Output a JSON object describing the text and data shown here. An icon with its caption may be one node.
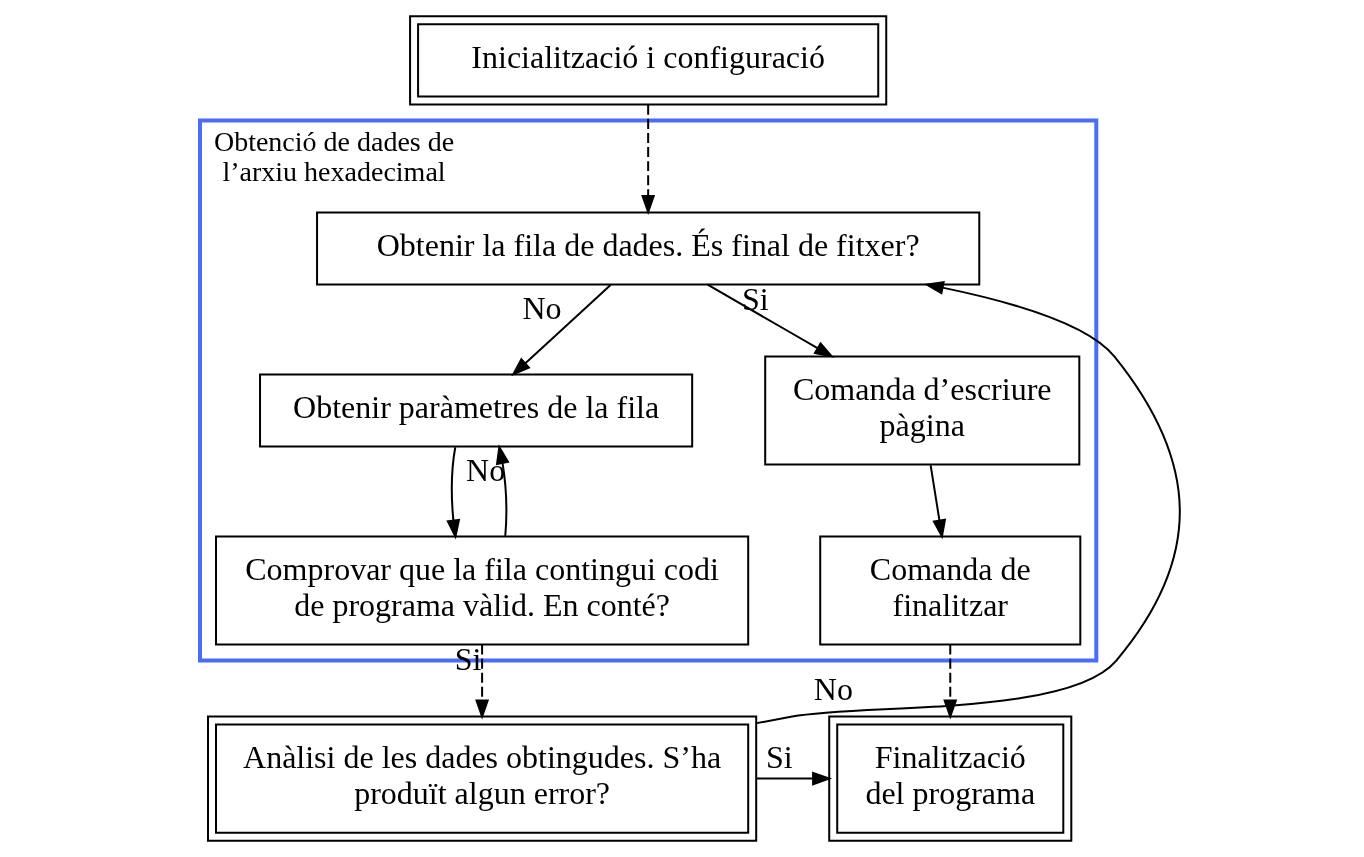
{
  "diagram": {
    "nodes": [
      {
        "text": [
          "Inicialització i configuració"
        ]
      },
      {
        "text": [
          "Obtenció de dades de l’arxiu hexadecimal"
        ]
      },
      {
        "text": [
          "Obtenir la fila de dades. És final de fitxer?"
        ],
        "in": 1
      },
      {
        "text": [
          "Obtenir paràmetres de la fila"
        ],
        "in": 1
      },
      {
        "text": [
          "Comprovar que la fila contingui codi de programa vàlid. En conté?"
        ],
        "in": 1
      },
      {
        "text": [
          "Comanda d’escriure pàgina"
        ],
        "in": 1
      },
      {
        "text": [
          "Comanda de finalitzar"
        ],
        "in": 1
      },
      {
        "text": [
          "Finalització del programa"
        ]
      },
      {
        "text": [
          "Anàlisi de les dades obtingudes. S’ha produït algun error?"
        ]
      }
    ],
    "edges": [
      {
        "from": 0,
        "to": 2,
        "arrow": "to",
        "style": "dashed"
      },
      {
        "from": 2,
        "to": 3,
        "arrow": "to",
        "label": "No"
      },
      {
        "from": 2,
        "to": 5,
        "arrow": "to",
        "label": "Si"
      },
      {
        "from": 3,
        "to": 4,
        "arrow": "to"
      },
      {
        "from": 4,
        "to": 3,
        "arrow": "to",
        "label": "No"
      },
      {
        "from": 5,
        "to": 6,
        "arrow": "to"
      },
      {
        "from": 6,
        "to": 7,
        "arrow": "to",
        "style": "dashed"
      },
      {
        "from": 4,
        "to": 8,
        "arrow": "to",
        "style": "dashed",
        "label": "Si"
      },
      {
        "from": 8,
        "to": 2,
        "arrow": "to",
        "label": "No"
      },
      {
        "from": 8,
        "to": 7,
        "arrow": "to",
        "label": "Si"
      }
    ]
  }
}
